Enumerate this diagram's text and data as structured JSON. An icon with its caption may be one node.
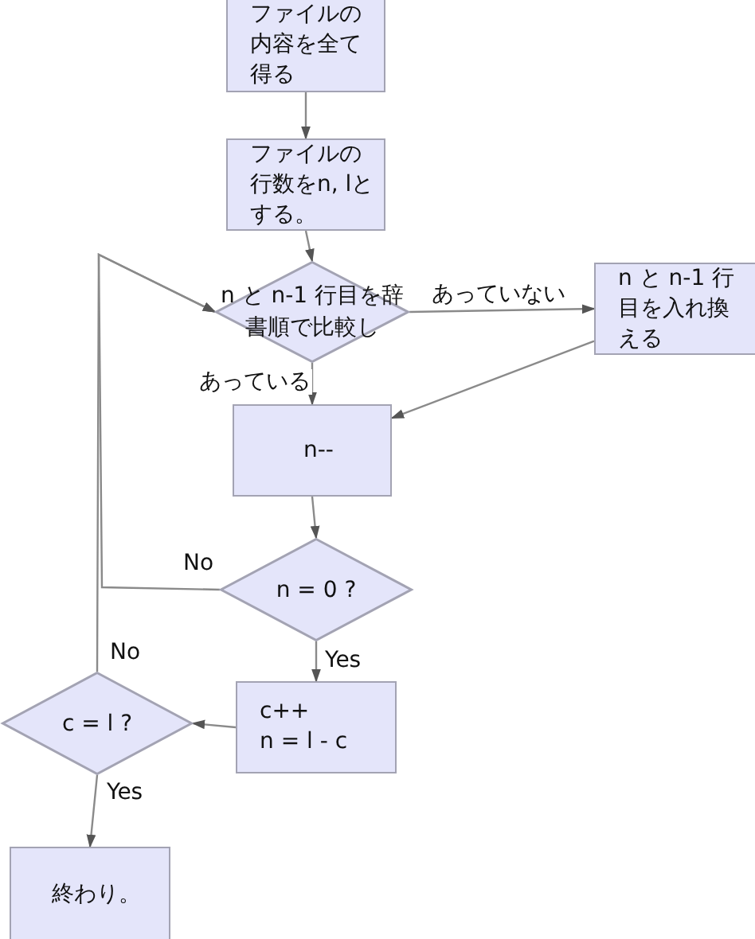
{
  "diagram": {
    "nodes": [
      {
        "text": [
          "ファイルの内容を全て得る"
        ]
      },
      {
        "text": [
          "ファイルの行数をn, lとする。"
        ]
      },
      {
        "text": [
          "n と n-1 行目を辞書順で比較し"
        ]
      },
      {
        "text": [
          "n と n-1 行目を入れ換える"
        ]
      },
      {
        "text": [
          "n--"
        ]
      },
      {
        "text": [
          "n = 0 ?"
        ]
      },
      {
        "text": [
          "c++",
          "n = l - c"
        ]
      },
      {
        "text": [
          "c = l ?"
        ]
      },
      {
        "text": [
          "終わり。"
        ]
      }
    ],
    "edges": [
      {
        "from": 0,
        "to": 1,
        "arrow": "to"
      },
      {
        "from": 1,
        "to": 2,
        "arrow": "to"
      },
      {
        "from": 2,
        "to": 3,
        "arrow": "to",
        "label": "あっていない"
      },
      {
        "from": 2,
        "to": 4,
        "arrow": "to",
        "label": "あっている"
      },
      {
        "from": 3,
        "to": 4,
        "arrow": "to"
      },
      {
        "from": 4,
        "to": 5,
        "arrow": "to"
      },
      {
        "from": 5,
        "to": 6,
        "arrow": "to",
        "label": "Yes"
      },
      {
        "from": 6,
        "to": 7,
        "arrow": "to"
      },
      {
        "from": 7,
        "to": 8,
        "arrow": "to",
        "label": "Yes"
      },
      {
        "from": 5,
        "to": 2,
        "arrow": "to",
        "label": "No"
      },
      {
        "from": 7,
        "to": 2,
        "arrow": "to",
        "label": "No"
      }
    ]
  }
}
